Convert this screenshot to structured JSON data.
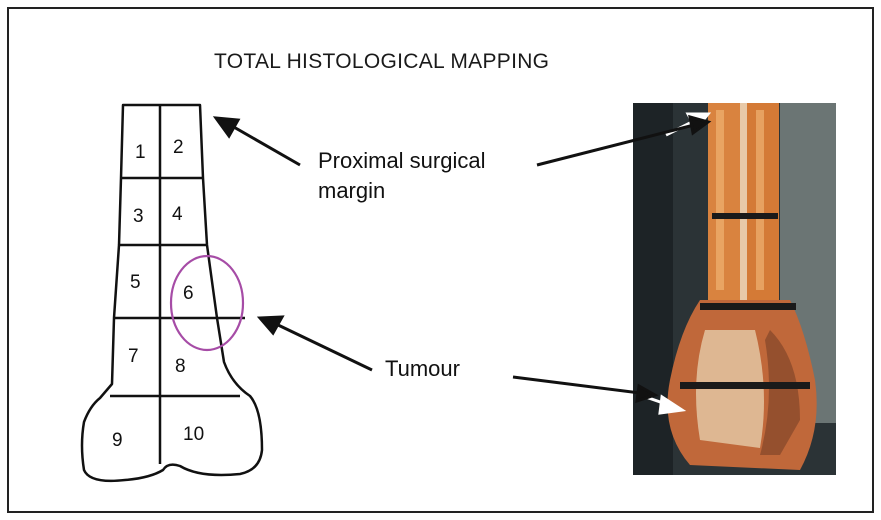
{
  "title": "TOTAL HISTOLOGICAL MAPPING",
  "labels": {
    "proximal_line1": "Proximal surgical",
    "proximal_line2": "margin",
    "tumour": "Tumour"
  },
  "segments": [
    "1",
    "2",
    "3",
    "4",
    "5",
    "6",
    "7",
    "8",
    "9",
    "10"
  ],
  "colors": {
    "outline": "#111111",
    "tumour_circle": "#a64ca6",
    "photo_background": "#2b3336",
    "bone_tissue": "#c8692e",
    "arrow_white": "#ffffff"
  }
}
